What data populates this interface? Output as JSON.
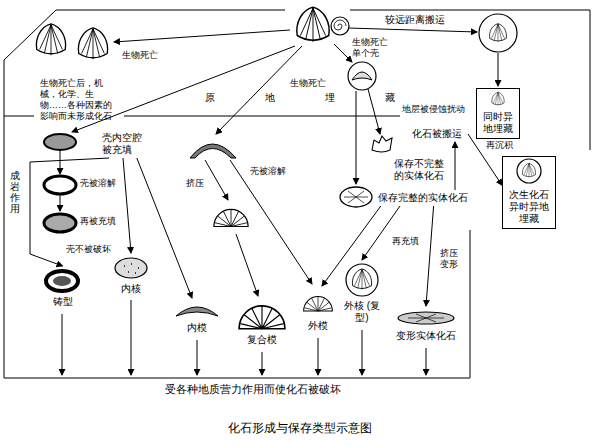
{
  "diagram": {
    "caption": "化石形成与保存类型示意图",
    "nodes": [
      {
        "text": [
          "生物死亡后，机械，化学、生物……各种因素的影响而未形成化石"
        ]
      },
      {
        "text": [
          "壳内空腔被充填"
        ]
      },
      {
        "text": [
          "保存不完整的实体化石"
        ]
      },
      {
        "text": [
          "保存完整的实体化石"
        ]
      },
      {
        "text": [
          "同时异地埋藏"
        ]
      },
      {
        "text": [
          "化石被搬运"
        ]
      },
      {
        "text": [
          "次生化石 异时异地埋藏"
        ]
      },
      {
        "text": [
          "铸型"
        ]
      },
      {
        "text": [
          "内核"
        ]
      },
      {
        "text": [
          "内模"
        ]
      },
      {
        "text": [
          "复合模"
        ]
      },
      {
        "text": [
          "外模"
        ]
      },
      {
        "text": [
          "外核 (复型)"
        ]
      },
      {
        "text": [
          "变形实体化石"
        ]
      }
    ],
    "edges": [
      {
        "from": 1,
        "to": 7,
        "arrow": "to"
      },
      {
        "from": 1,
        "to": 8,
        "arrow": "to"
      },
      {
        "from": 1,
        "to": 9,
        "arrow": "to"
      },
      {
        "from": 3,
        "to": 11,
        "arrow": "to"
      },
      {
        "from": 3,
        "to": 12,
        "arrow": "to"
      },
      {
        "from": 3,
        "to": 13,
        "arrow": "to"
      },
      {
        "from": 3,
        "to": 5,
        "arrow": "to"
      },
      {
        "from": 5,
        "to": 6,
        "arrow": "to"
      }
    ],
    "labels": [
      "较远距离搬运",
      "生物死亡",
      "生物死亡 单个壳",
      "生物死亡",
      "原地埋藏",
      "地层被侵蚀扰动",
      "再沉积",
      "成岩作用",
      "壳被溶解",
      "再被充填",
      "壳不被破坏",
      "挤压",
      "壳被溶解",
      "再充填",
      "挤压 变形",
      "受各种地质营力作用而使化石被破坏"
    ]
  }
}
